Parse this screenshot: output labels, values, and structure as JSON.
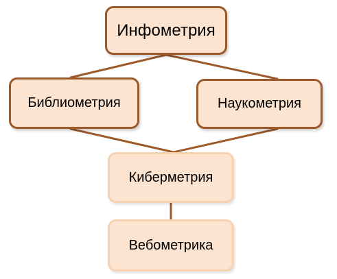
{
  "diagram": {
    "nodes": {
      "infometria": "Инфометрия",
      "bibliometria": "Библиометрия",
      "naukometria": "Наукометрия",
      "kibermetria": "Киберметрия",
      "vebometrika": "Вебометрика"
    },
    "colors": {
      "connector": "#9c5a2b",
      "box_fill": "#fde4d0",
      "box_border_dark": "#9c5a2b",
      "box_border_light": "#f6d2b0"
    }
  }
}
